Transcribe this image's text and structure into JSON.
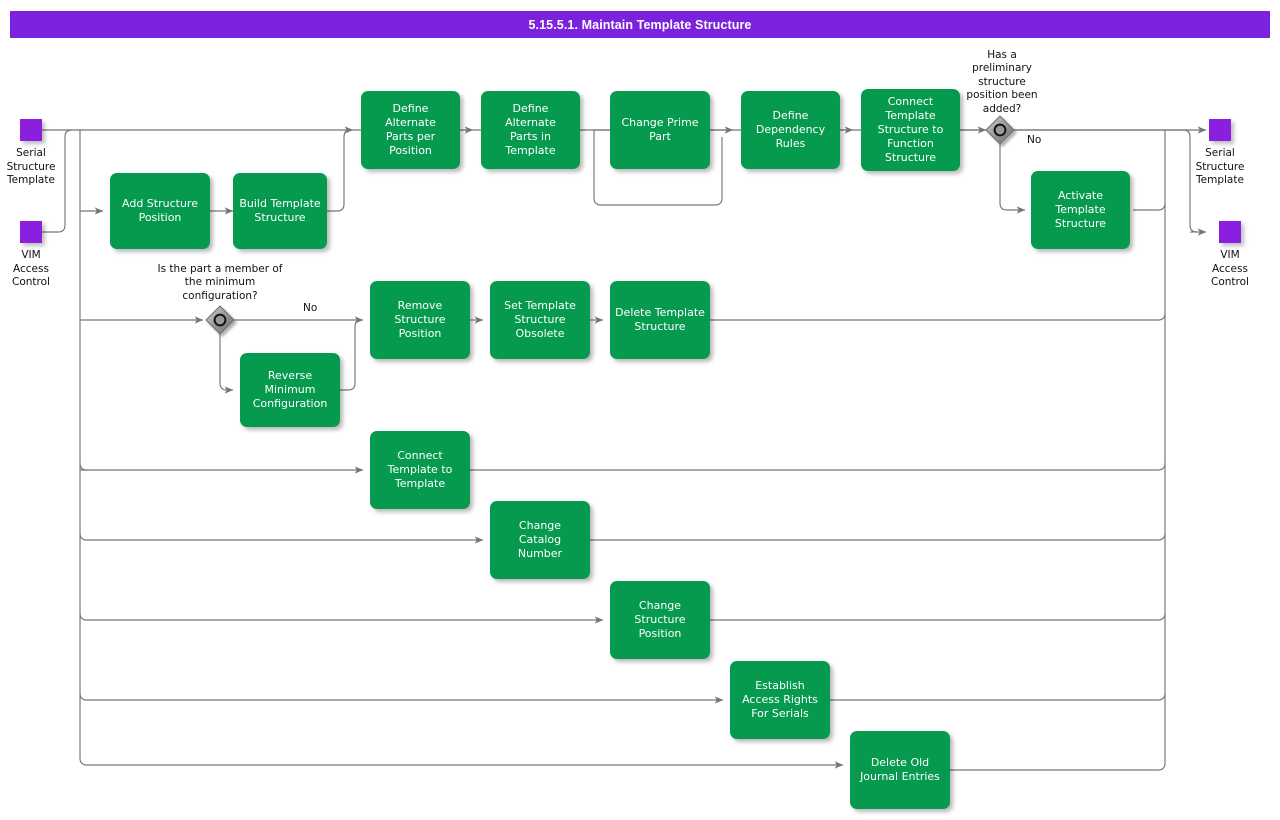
{
  "header": {
    "title": "5.15.5.1. Maintain Template Structure",
    "bar_color": "#7B22DC",
    "text_color": "#FFFFFF"
  },
  "palette": {
    "process_green": "#069A4E",
    "terminator_purple": "#8A1FE0",
    "connector_gray": "#808080",
    "gateway_gray": "#9E9E9E"
  },
  "diagram": {
    "type": "flowchart",
    "inputs": [
      {
        "id": "in-serial-structure-template",
        "label": "Serial\nStructure\nTemplate",
        "label_lines": [
          "Serial",
          "Structure",
          "Template"
        ],
        "shape": "terminator",
        "color": "#8A1FE0"
      },
      {
        "id": "in-vim-access-control",
        "label": "VIM\nAccess\nControl",
        "label_lines": [
          "VIM",
          "Access",
          "Control"
        ],
        "shape": "terminator",
        "color": "#8A1FE0"
      }
    ],
    "outputs": [
      {
        "id": "out-serial-structure-template",
        "label_lines": [
          "Serial",
          "Structure",
          "Template"
        ],
        "shape": "terminator",
        "color": "#8A1FE0"
      },
      {
        "id": "out-vim-access-control",
        "label_lines": [
          "VIM",
          "Access",
          "Control"
        ],
        "shape": "terminator",
        "color": "#8A1FE0"
      }
    ],
    "gateways": [
      {
        "id": "gw-minimum-configuration",
        "question_lines": [
          "Is the part a member of",
          "the minimum",
          "configuration?"
        ],
        "branch_label": "No"
      },
      {
        "id": "gw-preliminary-structure-position",
        "question_lines": [
          "Has a",
          "preliminary",
          "structure",
          "position been",
          "added?"
        ],
        "branch_label": "No"
      }
    ],
    "tasks": [
      {
        "id": "add-structure-position",
        "lines": [
          "Add Structure",
          "Position"
        ]
      },
      {
        "id": "build-template-structure",
        "lines": [
          "Build Template",
          "Structure"
        ]
      },
      {
        "id": "define-alternate-parts-per-position",
        "lines": [
          "Define Alternate",
          "Parts per",
          "Position"
        ]
      },
      {
        "id": "define-alternate-parts-in-template",
        "lines": [
          "Define Alternate",
          "Parts in",
          "Template"
        ]
      },
      {
        "id": "change-prime-part",
        "lines": [
          "Change Prime",
          "Part"
        ]
      },
      {
        "id": "define-dependency-rules",
        "lines": [
          "Define",
          "Dependency",
          "Rules"
        ]
      },
      {
        "id": "connect-template-structure-to-function-structure",
        "lines": [
          "Connect",
          "Template",
          "Structure to",
          "Function",
          "Structure"
        ]
      },
      {
        "id": "activate-template-structure",
        "lines": [
          "Activate",
          "Template",
          "Structure"
        ]
      },
      {
        "id": "reverse-minimum-configuration",
        "lines": [
          "Reverse",
          "Minimum",
          "Configuration"
        ]
      },
      {
        "id": "remove-structure-position",
        "lines": [
          "Remove",
          "Structure",
          "Position"
        ]
      },
      {
        "id": "set-template-structure-obsolete",
        "lines": [
          "Set Template",
          "Structure",
          "Obsolete"
        ]
      },
      {
        "id": "delete-template-structure",
        "lines": [
          "Delete Template",
          "Structure"
        ]
      },
      {
        "id": "connect-template-to-template",
        "lines": [
          "Connect",
          "Template to",
          "Template"
        ]
      },
      {
        "id": "change-catalog-number",
        "lines": [
          "Change",
          "Catalog",
          "Number"
        ]
      },
      {
        "id": "change-structure-position",
        "lines": [
          "Change",
          "Structure",
          "Position"
        ]
      },
      {
        "id": "establish-access-rights-for-serials",
        "lines": [
          "Establish",
          "Access Rights",
          "For Serials"
        ]
      },
      {
        "id": "delete-old-journal-entries",
        "lines": [
          "Delete Old",
          "Journal Entries"
        ]
      }
    ]
  }
}
